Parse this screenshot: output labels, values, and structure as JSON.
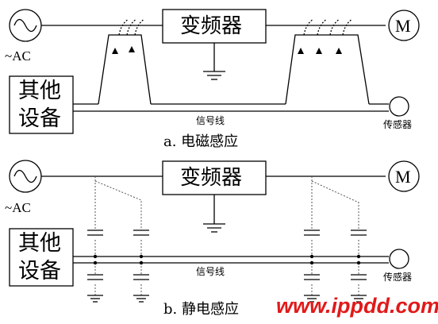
{
  "panel_a": {
    "source_label": "~AC",
    "inverter_label": "变频器",
    "motor_label": "M",
    "equipment_label_line1": "其他",
    "equipment_label_line2": "设备",
    "signal_line_label": "信号线",
    "sensor_label": "传感器",
    "caption": "a. 电磁感应"
  },
  "panel_b": {
    "source_label": "~AC",
    "inverter_label": "变频器",
    "motor_label": "M",
    "equipment_label_line1": "其他",
    "equipment_label_line2": "设备",
    "signal_line_label": "信号线",
    "sensor_label": "传感器",
    "caption": "b. 静电感应"
  },
  "watermark": "www.ippdd.com",
  "colors": {
    "line": "#000000",
    "dashed": "#555555",
    "watermark": "#e11919"
  }
}
